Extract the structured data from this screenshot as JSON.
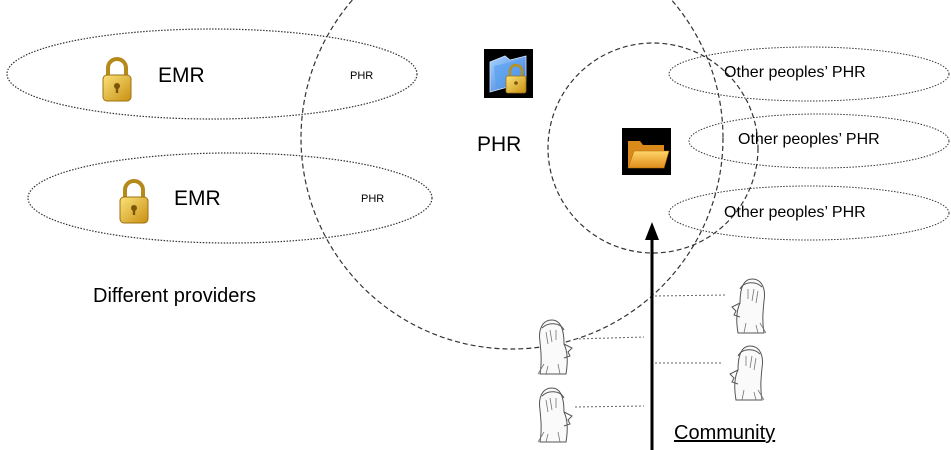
{
  "diagram": {
    "emr_records": [
      {
        "label": "EMR",
        "phr_label": "PHR",
        "icon": "padlock-icon"
      },
      {
        "label": "EMR",
        "phr_label": "PHR",
        "icon": "padlock-icon"
      }
    ],
    "center": {
      "label": "PHR",
      "icon": "locked-folder-icon"
    },
    "shared_icon": "open-folder-icon",
    "others": [
      {
        "label": "Other peoples’ PHR"
      },
      {
        "label": "Other peoples’ PHR"
      },
      {
        "label": "Other peoples’ PHR"
      }
    ],
    "providers_label": "Different providers",
    "community_label": "Community",
    "colors": {
      "stroke": "#333333",
      "lock_gold": "#d9a521",
      "folder_yellow": "#f2b233",
      "icon_bg": "#000000"
    }
  }
}
